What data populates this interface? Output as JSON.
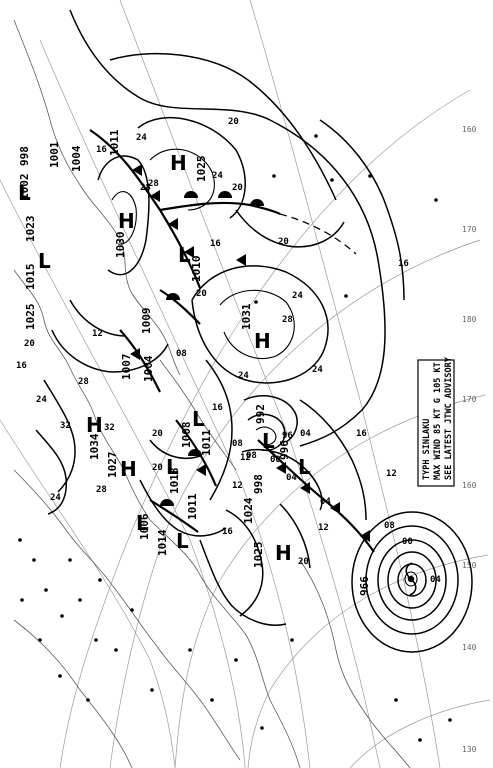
{
  "advisory": {
    "line1": "TYPH SINLAKU",
    "line2": "MAX WIND 85 KT G 105 KT",
    "line3": "SEE LATEST JTWC ADVISORY"
  },
  "grid_labels": [
    "160",
    "170",
    "180",
    "170",
    "160",
    "150",
    "140",
    "130"
  ],
  "centers": [
    {
      "kind": "H",
      "pressure": "1025"
    },
    {
      "kind": "H",
      "pressure": "1030"
    },
    {
      "kind": "H",
      "pressure": "1031"
    },
    {
      "kind": "H",
      "pressure": "1034"
    },
    {
      "kind": "H",
      "pressure": "1027"
    },
    {
      "kind": "H",
      "pressure": "1025"
    },
    {
      "kind": "H",
      "pressure": "1025"
    },
    {
      "kind": "L",
      "pressure": "1002"
    },
    {
      "kind": "L",
      "pressure": "1004"
    },
    {
      "kind": "L",
      "pressure": "1007"
    },
    {
      "kind": "L",
      "pressure": "1008"
    },
    {
      "kind": "L",
      "pressure": "1009"
    },
    {
      "kind": "L",
      "pressure": "1011"
    },
    {
      "kind": "L",
      "pressure": "1010"
    },
    {
      "kind": "L",
      "pressure": "992"
    },
    {
      "kind": "L",
      "pressure": "996"
    },
    {
      "kind": "L",
      "pressure": "998"
    },
    {
      "kind": "L",
      "pressure": "1006"
    },
    {
      "kind": "L",
      "pressure": "1014"
    },
    {
      "kind": "L",
      "pressure": "1011"
    },
    {
      "kind": "L",
      "pressure": "1018"
    },
    {
      "kind": "L",
      "pressure": "1024"
    },
    {
      "kind": "L",
      "pressure": "1015"
    },
    {
      "kind": "L",
      "pressure": "1023"
    },
    {
      "kind": "L",
      "pressure": "1001"
    },
    {
      "kind": "L",
      "pressure": "998"
    },
    {
      "kind": "L",
      "pressure": "1011"
    },
    {
      "kind": "L",
      "pressure": "1004"
    }
  ],
  "typhoon": {
    "pressure": "966",
    "symbol": "tropical-cyclone-icon"
  },
  "isobar_labels": [
    "20",
    "20",
    "24",
    "24",
    "28",
    "28",
    "24",
    "20",
    "16",
    "16",
    "12",
    "12",
    "08",
    "08",
    "04",
    "04",
    "00",
    "00",
    "96",
    "16",
    "16",
    "20",
    "24",
    "28",
    "32",
    "32",
    "28",
    "24",
    "20",
    "16",
    "12",
    "08",
    "04",
    "04",
    "08",
    "12",
    "16",
    "20",
    "20",
    "24",
    "28",
    "24",
    "20",
    "16",
    "12"
  ]
}
